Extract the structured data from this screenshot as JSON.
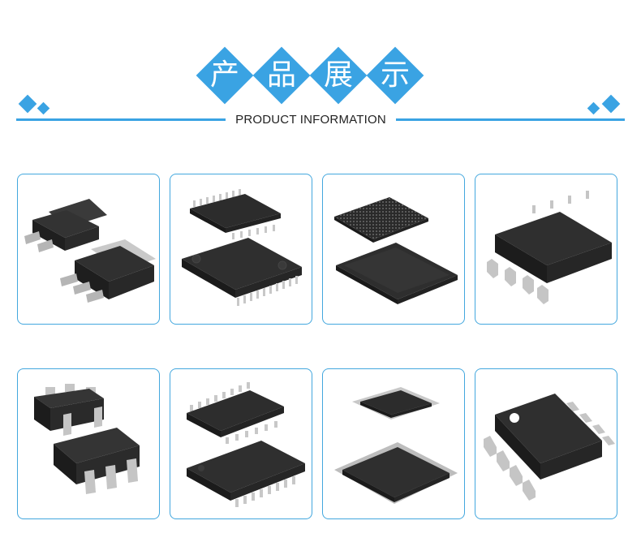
{
  "header": {
    "title_chars": [
      "产",
      "品",
      "展",
      "示"
    ],
    "subtitle": "PRODUCT INFORMATION"
  },
  "colors": {
    "accent": "#3aa3e3",
    "chip_body": "#2a2a2a",
    "lead": "#b8b8b8"
  },
  "products": [
    {
      "icon": "to263-package-icon"
    },
    {
      "icon": "tssop-package-icon"
    },
    {
      "icon": "bga-package-icon"
    },
    {
      "icon": "soic8-package-icon"
    },
    {
      "icon": "sot23-package-icon"
    },
    {
      "icon": "ssop-package-icon"
    },
    {
      "icon": "qfp-package-icon"
    },
    {
      "icon": "msop8-package-icon"
    }
  ]
}
